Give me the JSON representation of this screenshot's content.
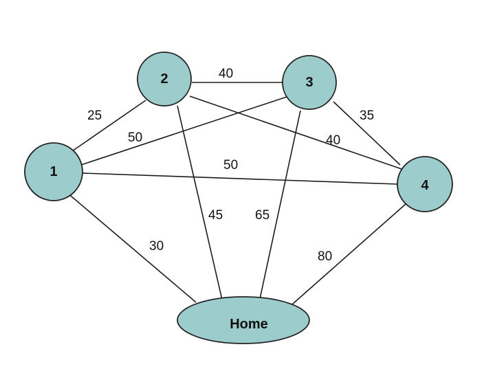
{
  "nodes": {
    "n1": {
      "label": "1",
      "color": "#9ccccc"
    },
    "n2": {
      "label": "2",
      "color": "#9ccccc"
    },
    "n3": {
      "label": "3",
      "color": "#9ccccc"
    },
    "n4": {
      "label": "4",
      "color": "#9ccccc"
    },
    "home": {
      "label": "Home",
      "color": "#9ccccc"
    }
  },
  "edges": {
    "e2_3": {
      "from": "2",
      "to": "3",
      "weight": "40"
    },
    "e1_2": {
      "from": "1",
      "to": "2",
      "weight": "25"
    },
    "e3_4": {
      "from": "3",
      "to": "4",
      "weight": "35"
    },
    "e1_3": {
      "from": "1",
      "to": "3",
      "weight": "50"
    },
    "e2_4": {
      "from": "2",
      "to": "4",
      "weight": "40"
    },
    "e1_4": {
      "from": "1",
      "to": "4",
      "weight": "50"
    },
    "e2_home": {
      "from": "2",
      "to": "Home",
      "weight": "45"
    },
    "e3_home": {
      "from": "3",
      "to": "Home",
      "weight": "65"
    },
    "e1_home": {
      "from": "1",
      "to": "Home",
      "weight": "30"
    },
    "e4_home": {
      "from": "4",
      "to": "Home",
      "weight": "80"
    }
  }
}
